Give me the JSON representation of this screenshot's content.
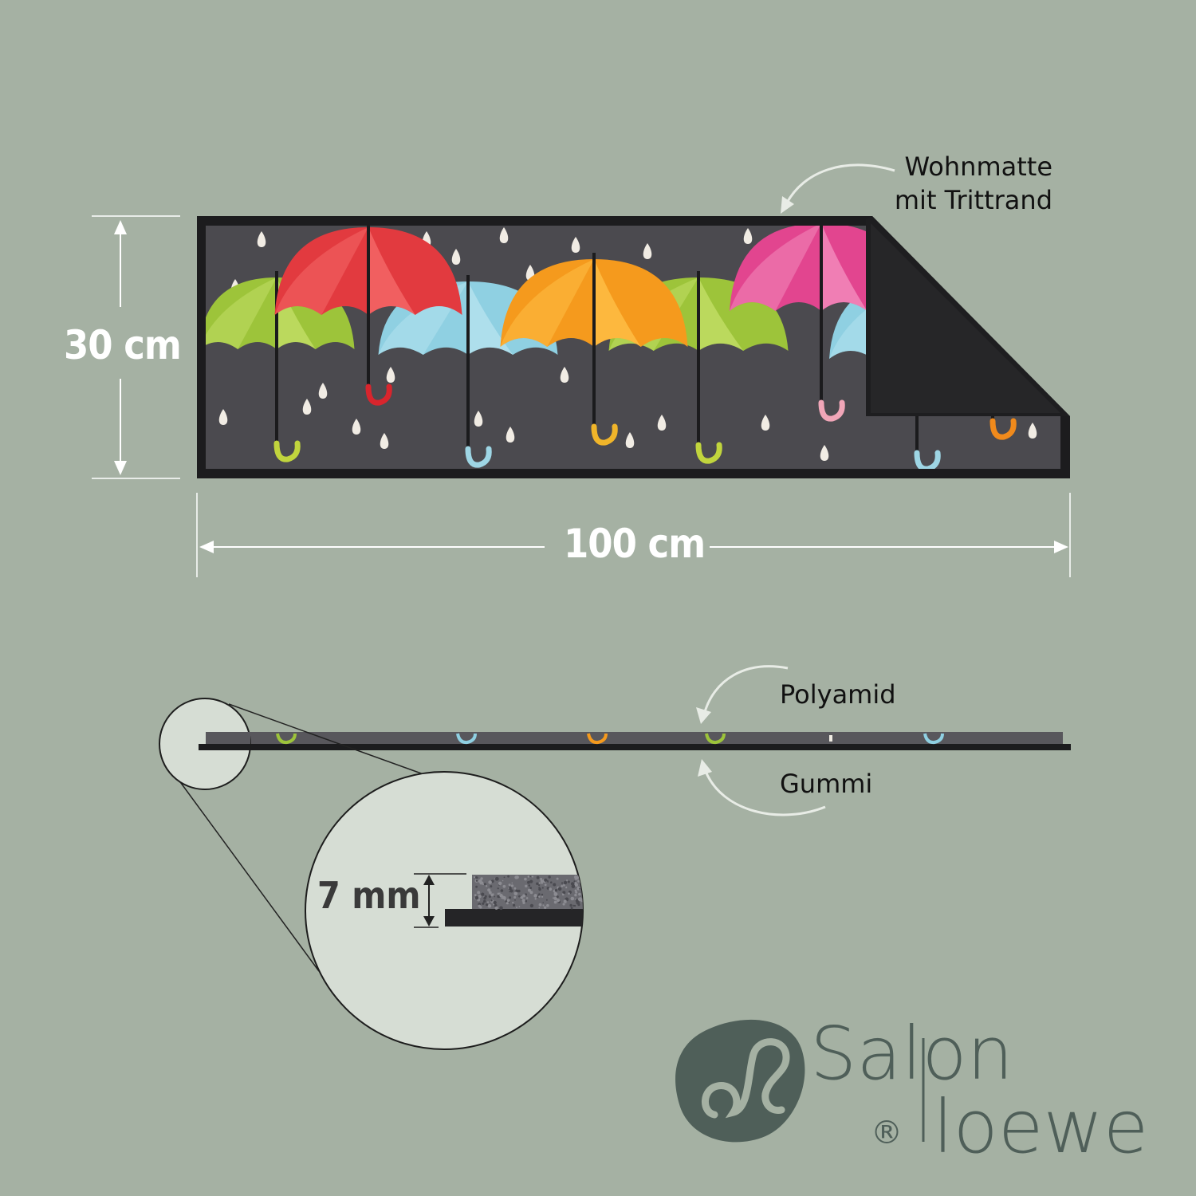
{
  "callouts": {
    "mat_type_line1": "Wohnmatte",
    "mat_type_line2": "mit Trittrand",
    "top_layer": "Polyamid",
    "bottom_layer": "Gummi"
  },
  "dimensions": {
    "height": "30 cm",
    "width": "100 cm",
    "thickness": "7 mm"
  },
  "brand": {
    "line1": "Salon",
    "line2": "loewe",
    "registered": "®"
  },
  "colors": {
    "background": "#a5b1a3",
    "mat_surface": "#4b4a4f",
    "mat_border": "#1c1c1e",
    "umbrella_red": "#e23a3f",
    "umbrella_green": "#9dc43a",
    "umbrella_blue": "#8fd0e2",
    "umbrella_orange": "#f59a1d",
    "umbrella_pink": "#e2458f",
    "brand_color": "#4f5f59"
  }
}
